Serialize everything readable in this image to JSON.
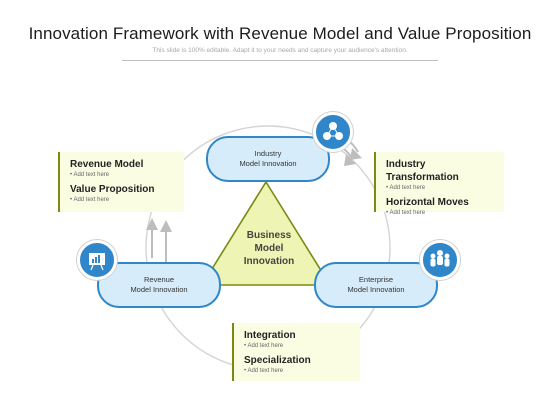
{
  "header": {
    "title": "Innovation  Framework with Revenue Model and Value Proposition",
    "subtitle": "This slide is 100% editable. Adapt it to your needs and capture your audience's attention."
  },
  "center": {
    "label": "Business\nModel\nInnovation"
  },
  "nodes": {
    "industry": "Industry\nModel Innovation",
    "revenue": "Revenue\nModel Innovation",
    "enterprise": "Enterprise\nModel Innovation"
  },
  "cards": {
    "left": {
      "items": [
        {
          "heading": "Revenue Model",
          "sub": "Add text here"
        },
        {
          "heading": "Value Proposition",
          "sub": "Add text here"
        }
      ]
    },
    "right": {
      "items": [
        {
          "heading": "Industry Transformation",
          "sub": "Add text here"
        },
        {
          "heading": "Horizontal Moves",
          "sub": "Add text here"
        }
      ]
    },
    "bottom": {
      "items": [
        {
          "heading": "Integration",
          "sub": "Add text here"
        },
        {
          "heading": "Specialization",
          "sub": "Add text here"
        }
      ]
    }
  },
  "icons": {
    "industry": "coins-network-icon",
    "revenue": "presentation-dollar-icon",
    "enterprise": "team-group-icon"
  },
  "colors": {
    "accent_blue": "#2f86c8",
    "pill_fill": "#d6ecfa",
    "triangle_fill": "#eef5b4",
    "triangle_stroke": "#7a8a12",
    "card_fill": "#fbfde3",
    "card_border": "#7a8a12"
  }
}
